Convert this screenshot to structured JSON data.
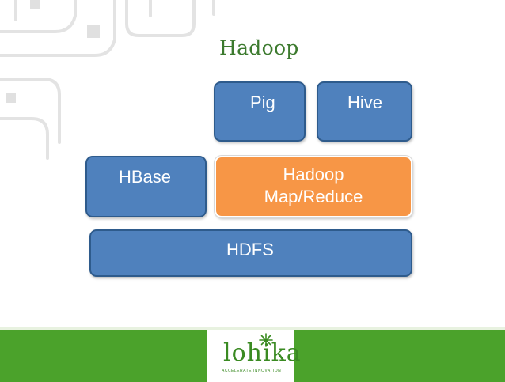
{
  "title": "Hadoop",
  "boxes": {
    "pig": "Pig",
    "hive": "Hive",
    "hbase": "HBase",
    "mapreduce_line1": "Hadoop",
    "mapreduce_line2": "Map/Reduce",
    "hdfs": "HDFS"
  },
  "logo": {
    "name": "lohika",
    "tagline": "ACCELERATE INNOVATION"
  },
  "colors": {
    "title": "#3c7a2e",
    "box_fill": "#4f81bd",
    "box_border": "#2e5b8c",
    "highlight_fill": "#f79646",
    "footer": "#4ba22b"
  }
}
